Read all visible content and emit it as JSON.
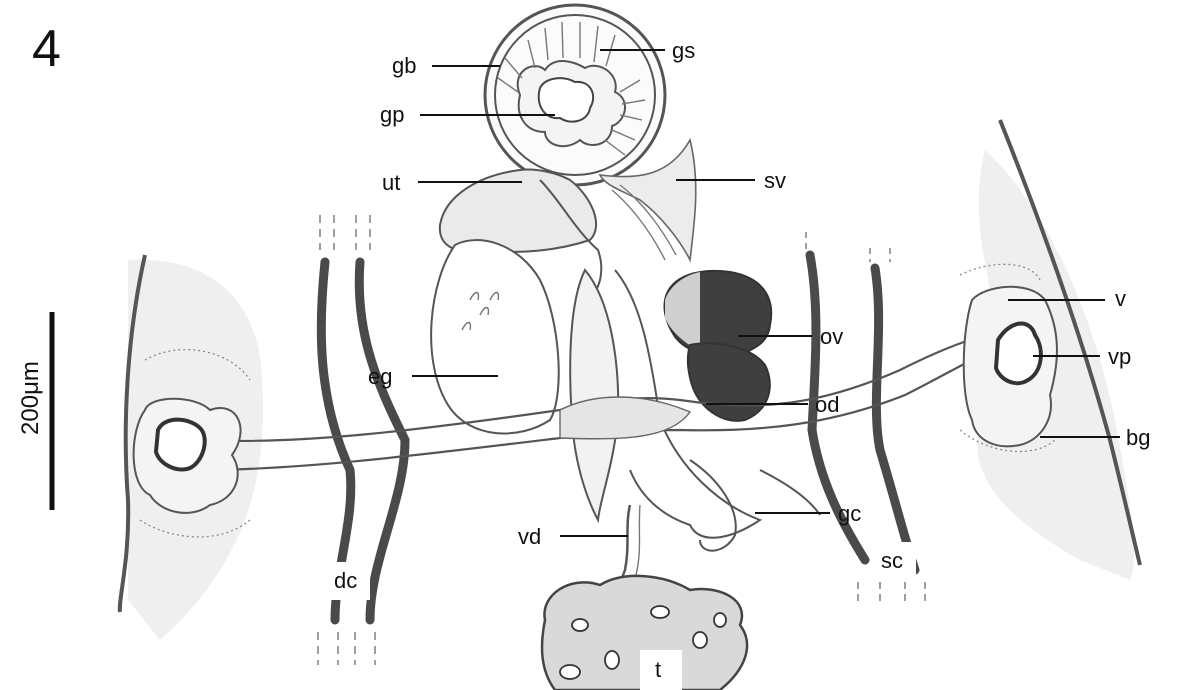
{
  "figure_number": "4",
  "scale_bar": {
    "label": "200μm"
  },
  "labels": {
    "gb": "gb",
    "gs": "gs",
    "gp": "gp",
    "ut": "ut",
    "sv": "sv",
    "v": "v",
    "ov": "ov",
    "vp": "vp",
    "eg": "eg",
    "od": "od",
    "bg": "bg",
    "vd": "vd",
    "gc": "gc",
    "dc": "dc",
    "sc": "sc",
    "t": "t"
  }
}
